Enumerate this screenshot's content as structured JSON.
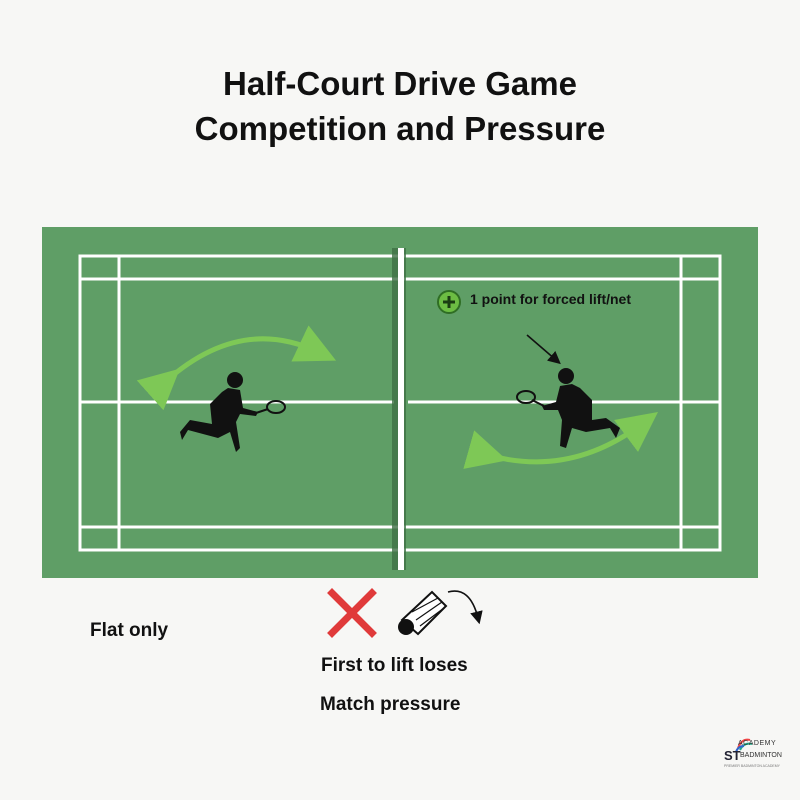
{
  "title": {
    "line1": "Half-Court Drive Game",
    "line2": "Competition and Pressure"
  },
  "annotation": {
    "icon": "plus-circle-icon",
    "text": "1 point for forced lift/net"
  },
  "rules": {
    "flat_only": "Flat only",
    "first_to_lift": "First to lift loses",
    "match_pressure": "Match pressure",
    "cross_icon": "cross-icon",
    "shuttle_icon": "shuttlecock-icon"
  },
  "logo": {
    "top": "ACADEMY",
    "brand": "ST",
    "name": "BADMINTON",
    "sub": "PREMIER BADMINTON ACADEMY"
  },
  "colors": {
    "court": "#5f9e66",
    "lines": "#ffffff",
    "arrow": "#7ec856",
    "cross": "#e03a3a",
    "plus_badge": "#6cbd43"
  }
}
